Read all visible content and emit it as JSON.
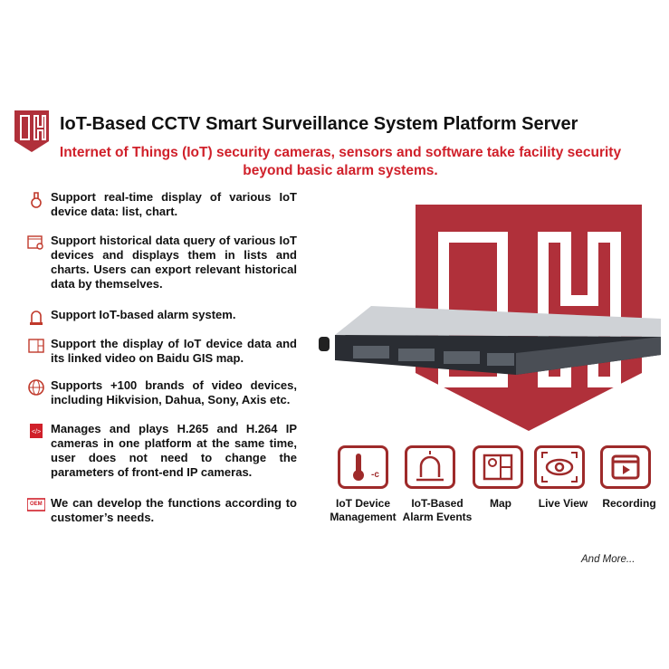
{
  "header": {
    "title": "IoT-Based CCTV Smart Surveillance System Platform Server",
    "subtitle": "Internet of Things (IoT) security cameras, sensors and software take facility security beyond basic alarm systems.",
    "logo_text": "DH"
  },
  "features": [
    {
      "icon": "thermometer-icon",
      "text": "Support real-time display of various IoT device data: list, chart."
    },
    {
      "icon": "search-window-icon",
      "text": "Support historical data query of various IoT devices and displays them in lists and charts. Users can export relevant historical data by themselves."
    },
    {
      "icon": "alarm-icon",
      "text": "Support IoT-based alarm system."
    },
    {
      "icon": "map-icon",
      "text": "Support the display of IoT device data and its linked video on Baidu GIS map."
    },
    {
      "icon": "globe-icon",
      "text": "Supports +100 brands of video devices, including Hikvision, Dahua, Sony, Axis etc."
    },
    {
      "icon": "code-icon",
      "text": "Manages and plays H.265 and H.264 IP cameras in one platform at the same time, user does not need to change the parameters of front-end IP cameras."
    },
    {
      "icon": "oem-icon",
      "text": "We can develop the functions according to customer’s needs.",
      "badge": "OEM"
    }
  ],
  "modules": [
    {
      "icon": "thermometer-icon",
      "label": "IoT Device Management"
    },
    {
      "icon": "alarm-icon",
      "label": "IoT-Based Alarm Events"
    },
    {
      "icon": "map-icon",
      "label": "Map"
    },
    {
      "icon": "eye-icon",
      "label": "Live View"
    },
    {
      "icon": "clapperboard-icon",
      "label": "Recording"
    }
  ],
  "footer": {
    "more": "And More..."
  },
  "colors": {
    "brand_red": "#b0303a",
    "accent_red": "#d0202a",
    "icon_red": "#9e2a2a"
  }
}
